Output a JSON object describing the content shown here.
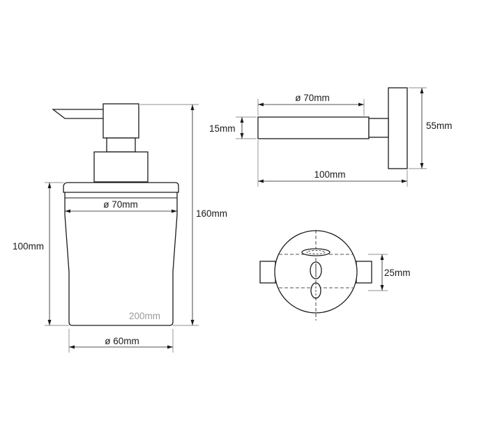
{
  "dispenser_side_view": {
    "dim_diameter_top": "ø 70mm",
    "dim_height_glass": "100mm",
    "dim_height_total": "160mm",
    "dim_diameter_base": "ø 60mm",
    "dim_capacity": "200mm"
  },
  "holder_side_view": {
    "dim_diameter_ring": "ø 70mm",
    "dim_thickness": "15mm",
    "dim_plate_height": "55mm",
    "dim_depth": "100mm"
  },
  "holder_front_view": {
    "dim_hole_spacing": "25mm"
  }
}
